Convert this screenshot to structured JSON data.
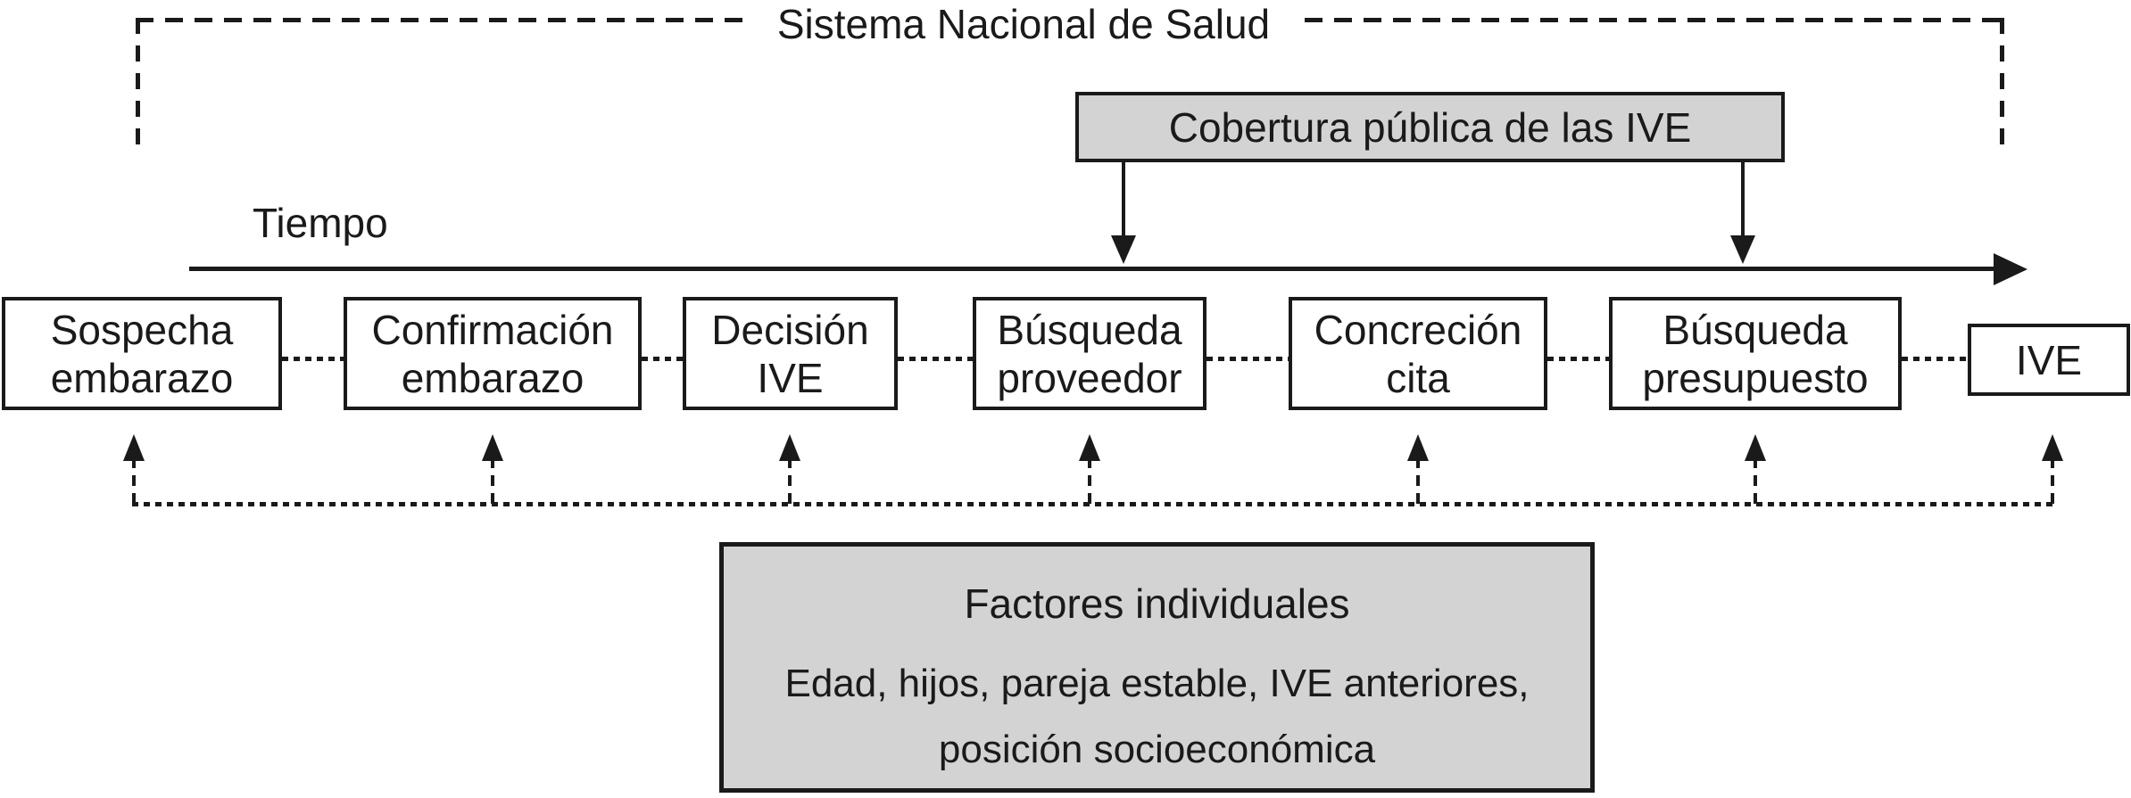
{
  "colors": {
    "line": "#1a1a1a",
    "box_fill_gray": "#d3d3d3",
    "background": "#ffffff"
  },
  "diagram": {
    "system_label": "Sistema Nacional de Salud",
    "coverage_label": "Cobertura pública de las IVE",
    "time_label": "Tiempo",
    "stages": [
      {
        "label": "Sospecha embarazo"
      },
      {
        "label": "Confirmación embarazo"
      },
      {
        "label": "Decisión IVE"
      },
      {
        "label": "Búsqueda proveedor"
      },
      {
        "label": "Concreción cita"
      },
      {
        "label": "Búsqueda presupuesto"
      },
      {
        "label": "IVE"
      }
    ],
    "factors": {
      "title": "Factores individuales",
      "detail_line1": "Edad, hijos, pareja estable, IVE anteriores,",
      "detail_line2": "posición socioeconómica"
    }
  }
}
